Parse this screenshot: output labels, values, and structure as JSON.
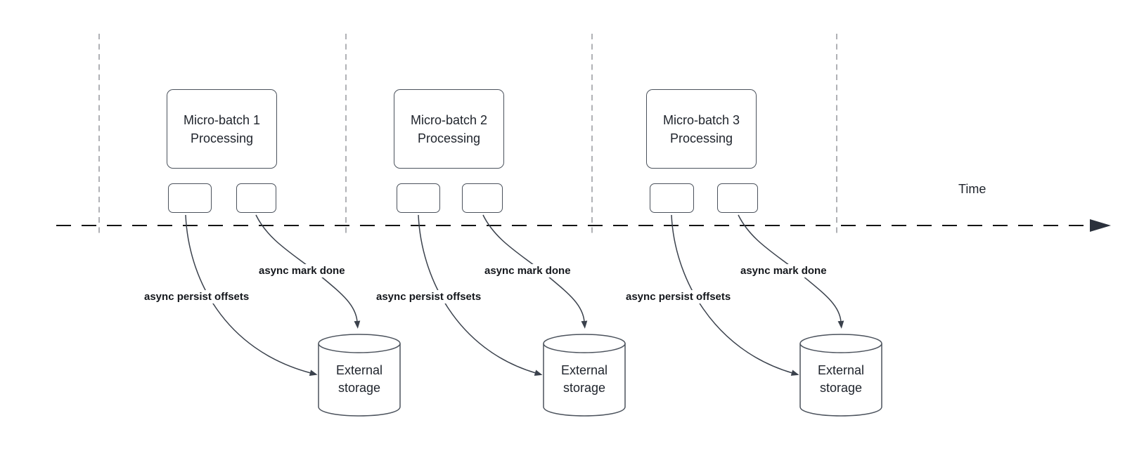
{
  "timeline": {
    "label": "Time"
  },
  "groups": [
    {
      "box_title_line1": "Micro-batch 1",
      "box_title_line2": "Processing",
      "persist_label": "async persist offsets",
      "mark_done_label": "async mark done",
      "storage_line1": "External",
      "storage_line2": "storage"
    },
    {
      "box_title_line1": "Micro-batch 2",
      "box_title_line2": "Processing",
      "persist_label": "async persist offsets",
      "mark_done_label": "async mark done",
      "storage_line1": "External",
      "storage_line2": "storage"
    },
    {
      "box_title_line1": "Micro-batch 3",
      "box_title_line2": "Processing",
      "persist_label": "async persist offsets",
      "mark_done_label": "async mark done",
      "storage_line1": "External",
      "storage_line2": "storage"
    }
  ],
  "colors": {
    "background": "#ffffff",
    "shape_border": "#4b525c",
    "shape_text": "#20252d",
    "arrow": "#3a414c",
    "label_text": "#14171c",
    "timeline_axis": "#141414",
    "gridline": "#9c9ea3"
  }
}
